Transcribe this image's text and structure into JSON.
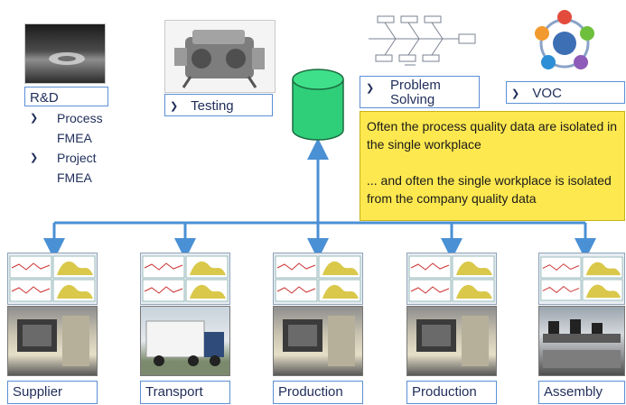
{
  "sources": {
    "rnd": {
      "label": "R&D",
      "bullets": [
        "Process FMEA",
        "Project FMEA"
      ]
    },
    "testing": {
      "label": "Testing"
    },
    "problem_solving": {
      "label": "Problem Solving"
    },
    "voc": {
      "label": "VOC"
    }
  },
  "note": {
    "line1": "Often the process quality data are isolated in the single workplace",
    "line2": "... and often the single workplace  is isolated from the company quality data"
  },
  "stations": [
    "Supplier",
    "Transport",
    "Production",
    "Production",
    "Assembly"
  ],
  "colors": {
    "bus_arrow": "#4a90d4",
    "database": "#2fcf7a",
    "note_bg": "#fde84f",
    "label_border": "#5b8fd6"
  },
  "icons": {
    "bullet": "chevron-right-icon",
    "database": "database-cylinder-icon",
    "fishbone": "fishbone-diagram-icon",
    "voc_cycle": "voc-cycle-icon"
  }
}
